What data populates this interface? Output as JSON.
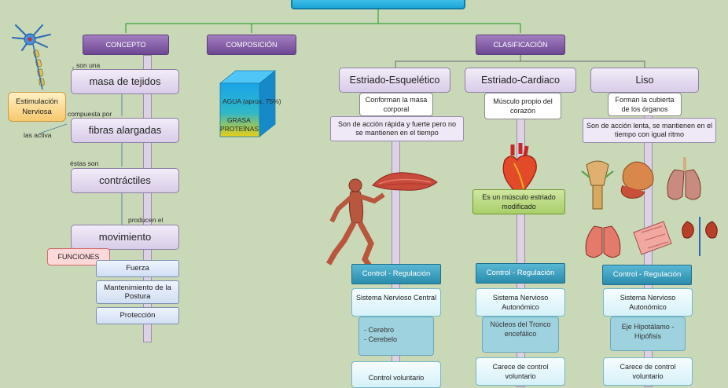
{
  "headers": {
    "concepto": "CONCEPTO",
    "composicion": "COMPOSICIÓN",
    "clasificacion": "CLASIFICACIÓN"
  },
  "concepto": {
    "nodes": [
      "masa de tejidos",
      "fibras alargadas",
      "contráctiles",
      "movimiento"
    ],
    "links": [
      "son una",
      "compuesta por",
      "éstas son",
      "producen el",
      "las activa"
    ],
    "estimulacion": "Estimulación Nerviosa",
    "funciones": "FUNCIONES",
    "funciones_items": [
      "Fuerza",
      "Mantenimiento de la Postura",
      "Protección"
    ]
  },
  "composicion": {
    "agua": "AGUA  (aprox. 75%)",
    "grasa": "GRASA",
    "proteinas": "PROTEÍNAS"
  },
  "clasificacion": {
    "estriado_esqueletico": {
      "title": "Estriado-Esquelético",
      "desc": "Conforman la masa corporal",
      "detail": "Son de acción rápida y fuerte pero no se mantienen en el tiempo",
      "control": "Control - Regulación",
      "sistema": "Sistema Nervioso Central",
      "sub_items": [
        "- Cerebro",
        "- Cerebelo"
      ],
      "voluntario": "Control voluntario"
    },
    "estriado_cardiaco": {
      "title": "Estriado-Cardiaco",
      "desc": "Músculo propio del corazón",
      "note": "Es un músculo estriado modificado",
      "control": "Control - Regulación",
      "sistema": "Sistema Nervioso Autonómico",
      "nucleos": "Núcleos del Tronco encefálico",
      "voluntario": "Carece de control voluntario"
    },
    "liso": {
      "title": "Liso",
      "desc": "Forman la cubierta de los órganos",
      "detail": "Son de acción lenta, se mantienen en el tiempo con igual ritmo",
      "control": "Control - Regulación",
      "sistema": "Sistema Nervioso Autonómico",
      "eje": "Eje Hipotálamo - Hipófisis",
      "voluntario": "Carece de control voluntario"
    }
  },
  "colors": {
    "background": "#c9d8b6",
    "header_purple": "#7b53a0",
    "connector_green": "#39a63a",
    "teal": "#2f93b3"
  }
}
